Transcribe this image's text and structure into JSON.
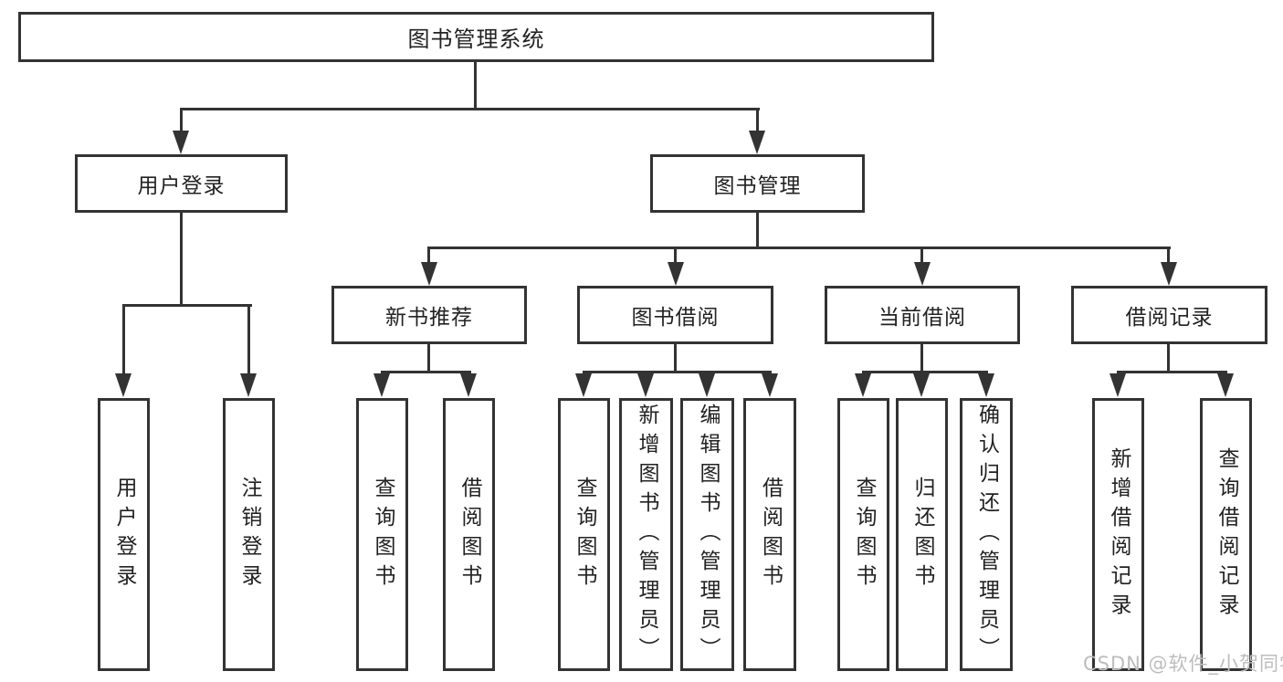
{
  "tree": {
    "root": {
      "label": "图书管理系统"
    },
    "children": [
      {
        "label": "用户登录",
        "children": [
          {
            "label": "用户登录"
          },
          {
            "label": "注销登录"
          }
        ]
      },
      {
        "label": "图书管理",
        "children": [
          {
            "label": "新书推荐",
            "children": [
              {
                "label": "查询图书"
              },
              {
                "label": "借阅图书"
              }
            ]
          },
          {
            "label": "图书借阅",
            "children": [
              {
                "label": "查询图书"
              },
              {
                "label": "新增图书（管理员）"
              },
              {
                "label": "编辑图书（管理员）"
              },
              {
                "label": "借阅图书"
              }
            ]
          },
          {
            "label": "当前借阅",
            "children": [
              {
                "label": "查询图书"
              },
              {
                "label": "归还图书"
              },
              {
                "label": "确认归还（管理员）"
              }
            ]
          },
          {
            "label": "借阅记录",
            "children": [
              {
                "label": "新增借阅记录"
              },
              {
                "label": "查询借阅记录"
              }
            ]
          }
        ]
      }
    ]
  },
  "watermark": {
    "text": "CSDN @软件_小贺同学"
  },
  "colors": {
    "line": "#333333",
    "box_fill": "#ffffff",
    "text": "#222222",
    "watermark": "#bdbdbd",
    "background": "#ffffff"
  }
}
